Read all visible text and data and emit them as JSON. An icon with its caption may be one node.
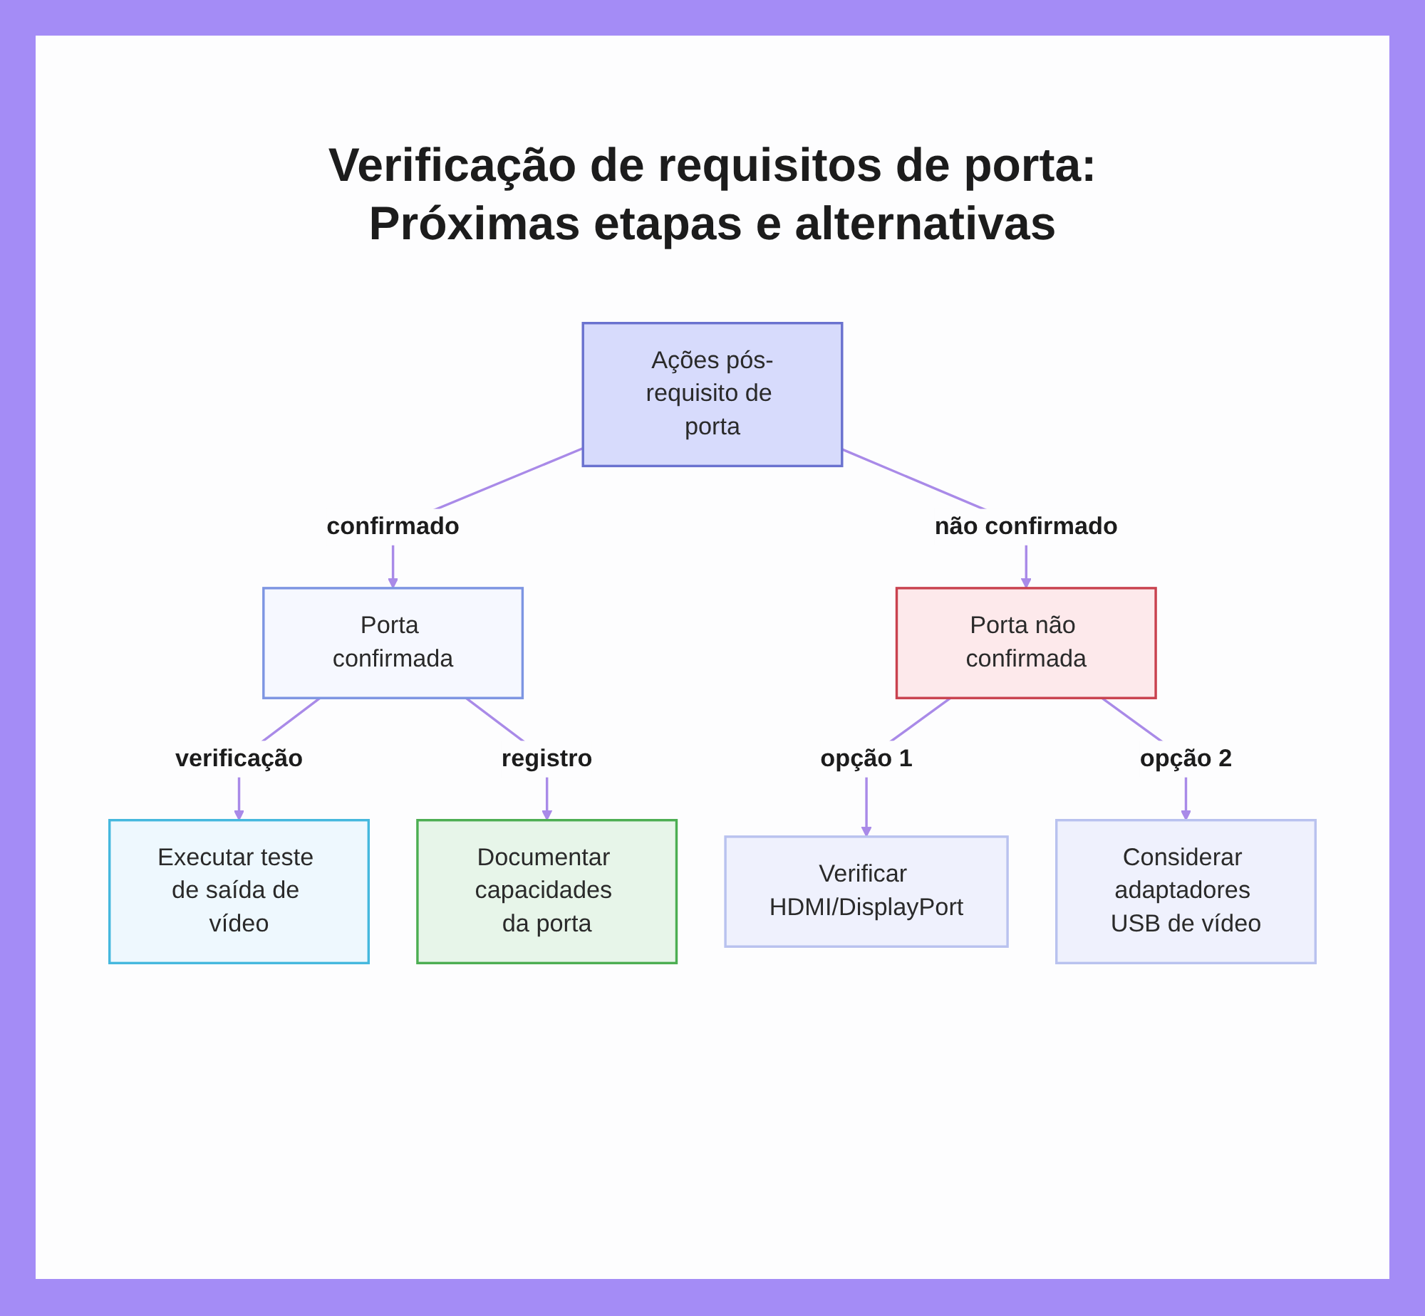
{
  "diagram": {
    "title": "Verificação de requisitos de porta: Próximas etapas e alternativas",
    "nodes": [
      {
        "text": [
          "Ações pós-requisito de porta"
        ]
      },
      {
        "text": [
          "Porta confirmada"
        ]
      },
      {
        "text": [
          "Porta não confirmada"
        ]
      },
      {
        "text": [
          "Executar teste de saída de vídeo"
        ]
      },
      {
        "text": [
          "Documentar capacidades da porta"
        ]
      },
      {
        "text": [
          "Verificar HDMI/DisplayPort"
        ]
      },
      {
        "text": [
          "Considerar adaptadores USB de vídeo"
        ]
      }
    ],
    "edges": [
      {
        "from": 0,
        "to": 1,
        "arrow": "to",
        "label": "confirmado"
      },
      {
        "from": 0,
        "to": 2,
        "arrow": "to",
        "label": "não confirmado"
      },
      {
        "from": 1,
        "to": 3,
        "arrow": "to",
        "label": "verificação"
      },
      {
        "from": 1,
        "to": 4,
        "arrow": "to",
        "label": "registro"
      },
      {
        "from": 2,
        "to": 5,
        "arrow": "to",
        "label": "opção 1"
      },
      {
        "from": 2,
        "to": 6,
        "arrow": "to",
        "label": "opção 2"
      }
    ]
  }
}
